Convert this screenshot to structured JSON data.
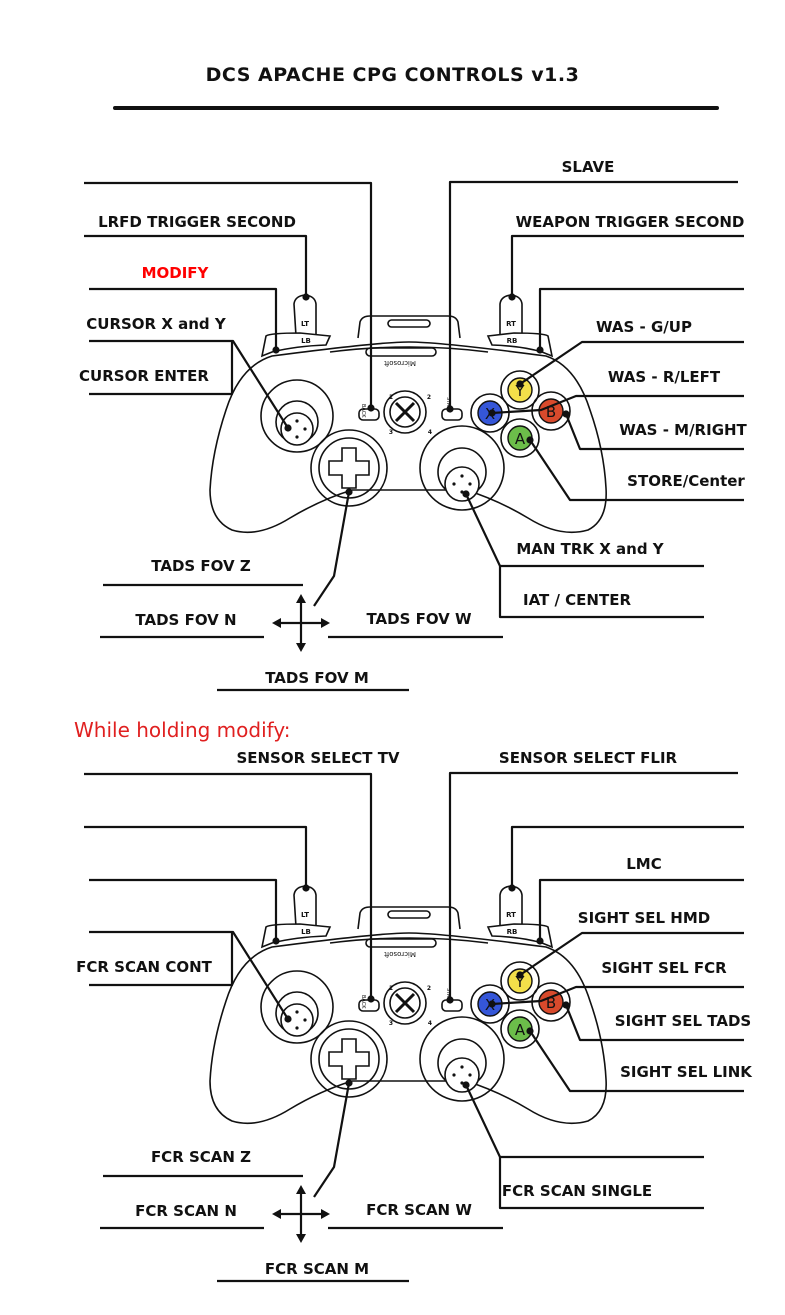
{
  "title": "DCS APACHE CPG CONTROLS v1.3",
  "modifier_heading": "While holding modify:",
  "colors": {
    "modify_label": "#ff0000",
    "modifier_heading": "#e02020",
    "button_y": "#f3e04a",
    "button_b": "#d84a2c",
    "button_x": "#3556d8",
    "button_a": "#6cbd4a",
    "ink": "#111111"
  },
  "controller_text": {
    "lt": "LT",
    "lb": "LB",
    "rt": "RT",
    "rb": "RB",
    "back": "BACK",
    "start": "START",
    "brand": "Microsoft",
    "y": "Y",
    "b": "B",
    "x": "X",
    "a": "A",
    "q1": "1",
    "q2": "2",
    "q3": "3",
    "q4": "4"
  },
  "top": {
    "back": "",
    "start": "SLAVE",
    "lt": "LRFD TRIGGER SECOND",
    "rt": "WEAPON TRIGGER SECOND",
    "lb": "MODIFY",
    "rb": "",
    "left_stick": "CURSOR X and Y",
    "left_stick_click": "CURSOR ENTER",
    "y": "WAS - G/UP",
    "x": "WAS - R/LEFT",
    "b": "WAS - M/RIGHT",
    "a": "STORE/Center",
    "right_stick": "MAN TRK X and Y",
    "right_stick_click": "IAT / CENTER",
    "dpad_up": "TADS FOV Z",
    "dpad_left": "TADS FOV N",
    "dpad_right": "TADS FOV W",
    "dpad_down": "TADS FOV M"
  },
  "bottom": {
    "back": "SENSOR SELECT TV",
    "start": "SENSOR SELECT FLIR",
    "lt": "",
    "rt": "",
    "lb": "",
    "rb": "LMC",
    "left_stick": "",
    "left_stick_click": "FCR SCAN CONT",
    "y": "SIGHT SEL HMD",
    "x": "SIGHT SEL FCR",
    "b": "SIGHT SEL TADS",
    "a": "SIGHT SEL LINK",
    "right_stick": "",
    "right_stick_click": "FCR SCAN SINGLE",
    "dpad_up": "FCR SCAN Z",
    "dpad_left": "FCR SCAN N",
    "dpad_right": "FCR SCAN W",
    "dpad_down": "FCR SCAN M"
  }
}
